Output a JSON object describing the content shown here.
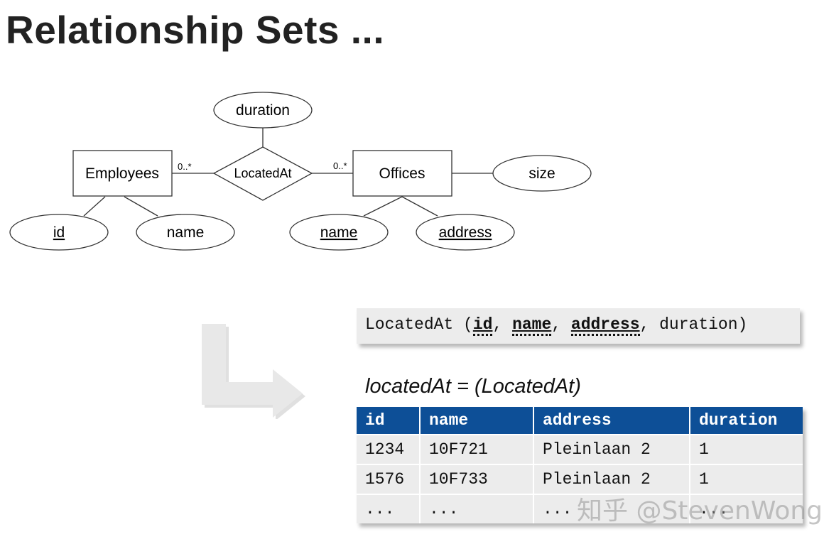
{
  "title": "Relationship Sets ...",
  "diagram": {
    "entities": {
      "employees": "Employees",
      "offices": "Offices"
    },
    "relationship": "LocatedAt",
    "attributes": {
      "duration": "duration",
      "size": "size",
      "emp_id": "id",
      "emp_name": "name",
      "office_name": "name",
      "office_address": "address"
    },
    "cardinality_left": "0..*",
    "cardinality_right": "0..*"
  },
  "schema": {
    "relation": "LocatedAt",
    "open": " (",
    "key1": "id",
    "sep1": ", ",
    "key2": "name",
    "sep2": ", ",
    "key3": "address",
    "rest": ", duration)"
  },
  "relvar_label": "locatedAt = (LocatedAt)",
  "table": {
    "headers": [
      "id",
      "name",
      "address",
      "duration"
    ],
    "rows": [
      [
        "1234",
        "10F721",
        "Pleinlaan 2",
        "1"
      ],
      [
        "1576",
        "10F733",
        "Pleinlaan 2",
        "1"
      ],
      [
        "...",
        "...",
        "...",
        "..."
      ]
    ]
  },
  "watermark": "知乎 @StevenWong",
  "colors": {
    "header_bg": "#0d4f97",
    "cell_bg": "#ececec",
    "arrow": "#e6e6e6"
  }
}
